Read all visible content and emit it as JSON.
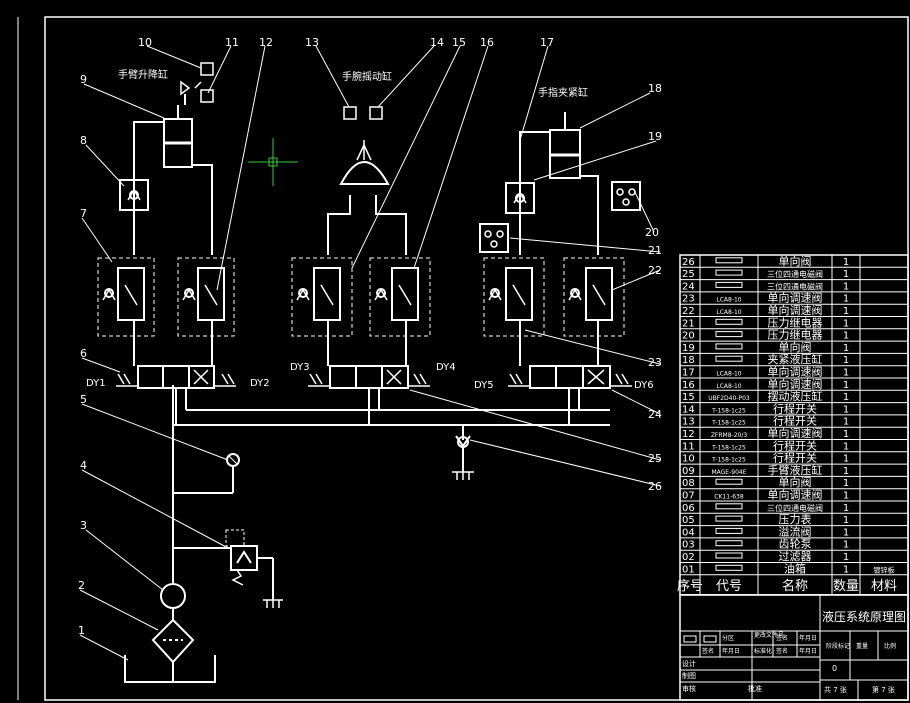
{
  "drawing": {
    "title": "液压系统原理图",
    "callouts": [
      "1",
      "2",
      "3",
      "4",
      "5",
      "6",
      "7",
      "8",
      "9",
      "10",
      "11",
      "12",
      "13",
      "14",
      "15",
      "16",
      "17",
      "18",
      "19",
      "20",
      "21",
      "22",
      "23",
      "24",
      "25",
      "26"
    ],
    "cylinder_labels": {
      "arm_lift": "手臂升降缸",
      "wrist_swing": "手腕摇动缸",
      "finger_clamp": "手指夹紧缸"
    },
    "solenoids": [
      "DY1",
      "DY2",
      "DY3",
      "DY4",
      "DY5",
      "DY6"
    ]
  },
  "bom": {
    "rows": [
      {
        "no": "26",
        "code": "",
        "name": "单向阀",
        "qty": "1"
      },
      {
        "no": "25",
        "code": "",
        "name": "三位四通电磁阀",
        "qty": "1"
      },
      {
        "no": "24",
        "code": "",
        "name": "三位四通电磁阀",
        "qty": "1"
      },
      {
        "no": "23",
        "code": "LCA8-10",
        "name": "单向调速阀",
        "qty": "1"
      },
      {
        "no": "22",
        "code": "LCA8-10",
        "name": "单向调速阀",
        "qty": "1"
      },
      {
        "no": "21",
        "code": "",
        "name": "压力继电器",
        "qty": "1"
      },
      {
        "no": "20",
        "code": "",
        "name": "压力继电器",
        "qty": "1"
      },
      {
        "no": "19",
        "code": "",
        "name": "单向阀",
        "qty": "1"
      },
      {
        "no": "18",
        "code": "",
        "name": "夹紧液压缸",
        "qty": "1"
      },
      {
        "no": "17",
        "code": "LCA8-10",
        "name": "单向调速阀",
        "qty": "1"
      },
      {
        "no": "16",
        "code": "LCA8-10",
        "name": "单向调速阀",
        "qty": "1"
      },
      {
        "no": "15",
        "code": "UBF2D40-P03",
        "name": "摆动液压缸",
        "qty": "1"
      },
      {
        "no": "14",
        "code": "T-158-1c25",
        "name": "行程开关",
        "qty": "1"
      },
      {
        "no": "13",
        "code": "T-158-1c25",
        "name": "行程开关",
        "qty": "1"
      },
      {
        "no": "12",
        "code": "ZFRM8-20/3",
        "name": "单向调速阀",
        "qty": "1"
      },
      {
        "no": "11",
        "code": "T-158-1c25",
        "name": "行程开关",
        "qty": "1"
      },
      {
        "no": "10",
        "code": "T-158-1c25",
        "name": "行程开关",
        "qty": "1"
      },
      {
        "no": "09",
        "code": "MAGE-904E",
        "name": "手臂液压缸",
        "qty": "1"
      },
      {
        "no": "08",
        "code": "",
        "name": "单向阀",
        "qty": "1"
      },
      {
        "no": "07",
        "code": "CK11-638",
        "name": "单向调速阀",
        "qty": "1"
      },
      {
        "no": "06",
        "code": "",
        "name": "三位四通电磁阀",
        "qty": "1"
      },
      {
        "no": "05",
        "code": "",
        "name": "压力表",
        "qty": "1"
      },
      {
        "no": "04",
        "code": "",
        "name": "溢流阀",
        "qty": "1"
      },
      {
        "no": "03",
        "code": "",
        "name": "齿轮泵",
        "qty": "1"
      },
      {
        "no": "02",
        "code": "",
        "name": "过滤器",
        "qty": "1"
      },
      {
        "no": "01",
        "code": "",
        "name": "油箱",
        "qty": "1",
        "material": "镀锌板"
      }
    ],
    "header": {
      "no": "序号",
      "code": "代号",
      "name": "名称",
      "qty": "数量",
      "material": "材料"
    }
  },
  "title_block": {
    "drawing_name": "液压系统原理图",
    "row_a": [
      "分区",
      "更改文件号",
      "签名",
      "年月日"
    ],
    "row_b": [
      "签名",
      "年月日",
      "标准化",
      "签名",
      "年月日"
    ],
    "stage_label": "阶段标记",
    "weight_label": "重量",
    "scale_label": "比例",
    "stage_value": "0",
    "design": "设计",
    "draw": "制图",
    "check": "审核",
    "approve": "批准",
    "sheets_total": "共 7 张",
    "sheet_no": "第 7 张"
  }
}
